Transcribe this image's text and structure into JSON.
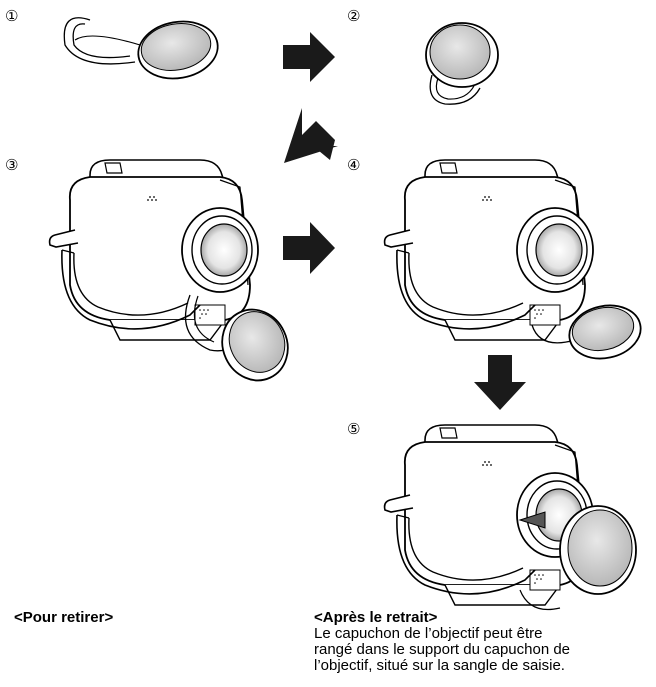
{
  "steps": [
    {
      "label": "①"
    },
    {
      "label": "②"
    },
    {
      "label": "③"
    },
    {
      "label": "④"
    },
    {
      "label": "⑤"
    }
  ],
  "captions": {
    "remove_heading": "<Pour retirer>",
    "after_heading": "<Après le retrait>",
    "after_line1": "Le capuchon de l’objectif peut être",
    "after_line2": "rangé dans le support du capuchon de",
    "after_line3": "l’objectif, situé sur la sangle de saisie."
  },
  "colors": {
    "ink": "#000000",
    "arrow": "#1a1a1a",
    "cap_face": "#cfcfcf",
    "cap_rim": "#8a8a8a",
    "lens_shade": "#9a9a9a"
  },
  "icons": [
    "arrow-right-icon",
    "arrow-down-left-icon",
    "arrow-right-icon",
    "arrow-down-icon"
  ]
}
